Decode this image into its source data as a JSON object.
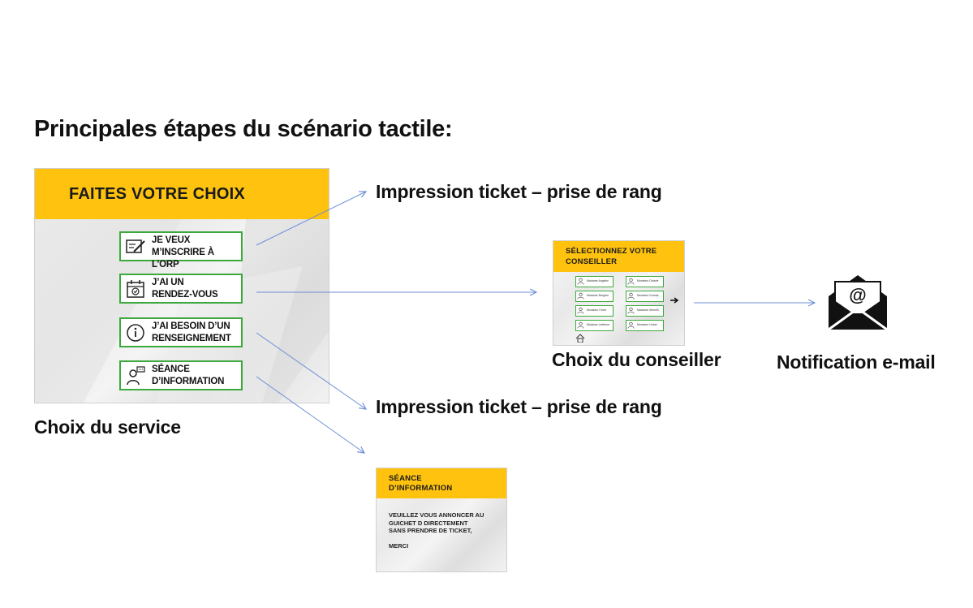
{
  "title": "Principales étapes du scénario tactile:",
  "colors": {
    "accent": "#ffc20e",
    "option_border": "#3da83d",
    "arrow": "#6d8fd6"
  },
  "main_screen": {
    "header": "FAITES VOTRE CHOIX",
    "options": [
      {
        "label": "JE VEUX\nM’INSCRIRE À L’ORP",
        "icon": "form-edit-icon"
      },
      {
        "label": "J’AI UN\nRENDEZ-VOUS",
        "icon": "calendar-check-icon"
      },
      {
        "label": "J’AI BESOIN D’UN\nRENSEIGNEMENT",
        "icon": "info-icon"
      },
      {
        "label": "SÉANCE\nD’INFORMATION",
        "icon": "presenter-icon"
      }
    ],
    "caption": "Choix du service"
  },
  "ticket_top": "Impression ticket – prise de rang",
  "ticket_bottom": "Impression ticket – prise de rang",
  "advisor_screen": {
    "header": "SÉLECTIONNEZ VOTRE\nCONSEILLER",
    "advisors_left": [
      "Madame Angelini",
      "Madame Bregère",
      "Monsieur Favre",
      "Madame Lefebvre"
    ],
    "advisors_right": [
      "Monsieur Delarie",
      "Monsieur Dumas",
      "Madame Gerbelli",
      "Monsieur Huber"
    ],
    "caption": "Choix du conseiller"
  },
  "notification": {
    "caption": "Notification e-mail",
    "icon": "email-envelope-icon"
  },
  "info_screen": {
    "header": "SÉANCE\nD’INFORMATION",
    "body": "Veuillez vous annoncer au\nguichet D directement\nsans prendre de ticket,\n\nmerci"
  }
}
